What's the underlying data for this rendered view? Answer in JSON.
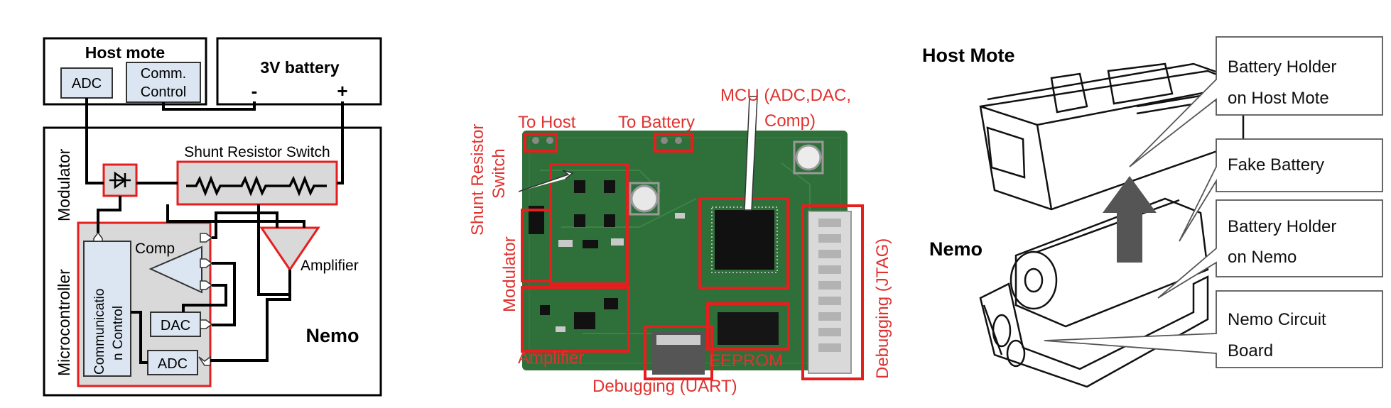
{
  "left_diagram": {
    "host_mote_title": "Host mote",
    "adc": "ADC",
    "comm_line1": "Comm.",
    "comm_line2": "Control",
    "battery_title": "3V battery",
    "minus": "-",
    "plus": "+",
    "modulator": "Modulator",
    "microcontroller": "Microcontroller",
    "shunt_switch": "Shunt Resistor Switch",
    "comp": "Comp",
    "comm_ctrl_line1": "Communicatio",
    "comm_ctrl_line2": "n Control",
    "dac": "DAC",
    "adc_inner": "ADC",
    "amplifier": "Amplifier",
    "nemo": "Nemo"
  },
  "board_photo": {
    "shunt_switch_line1": "Shunt Resistor",
    "shunt_switch_line2": "Switch",
    "to_host": "To Host",
    "to_battery": "To Battery",
    "mcu_line1": "MCU (ADC,DAC,",
    "mcu_line2": "Comp)",
    "modulator": "Modulator",
    "debug_jtag": "Debugging (JTAG)",
    "amplifier": "Amplifier",
    "eeprom": "EEPROM",
    "debug_uart": "Debugging (UART)"
  },
  "assembly": {
    "host_mote": "Host Mote",
    "nemo": "Nemo",
    "callout1_line1": "Battery Holder",
    "callout1_line2": "on Host Mote",
    "callout2": "Fake Battery",
    "callout3_line1": "Battery Holder",
    "callout3_line2": "on Nemo",
    "callout4_line1": "Nemo Circuit",
    "callout4_line2": "Board"
  },
  "colors": {
    "label_red": "#e0322f",
    "pcb_green": "#2f6f3a",
    "box_gray": "#d9d9d9",
    "box_blue": "#dce6f2"
  }
}
